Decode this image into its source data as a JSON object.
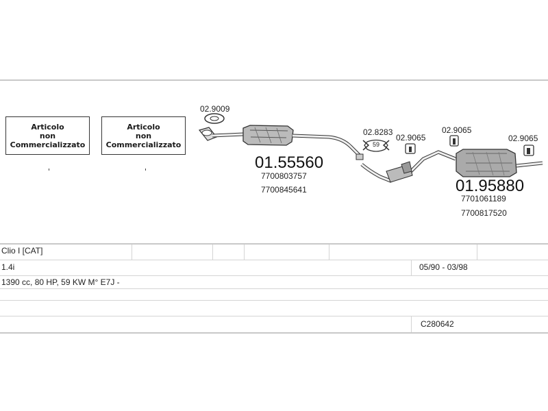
{
  "diagram": {
    "left_box_1": {
      "line1": "Articolo",
      "line2": "non",
      "line3": "Commercializzato"
    },
    "left_box_2": {
      "line1": "Articolo",
      "line2": "non",
      "line3": "Commercializzato"
    },
    "part_codes": {
      "gasket_a": "02.9009",
      "clamp_a": "02.8283",
      "clamp_a_badge": "59",
      "hanger_1": "02.9065",
      "hanger_2": "02.9065",
      "hanger_3": "02.9065"
    },
    "front_part": {
      "number": "01.55560",
      "refs": [
        "7700803757",
        "7700845641"
      ]
    },
    "rear_part": {
      "number": "01.95880",
      "refs": [
        "7701061189",
        "7700817520"
      ]
    }
  },
  "table": {
    "row1": {
      "model": "Clio I [CAT]"
    },
    "row2": {
      "engine": "1.4i",
      "dates": "05/90 - 03/98"
    },
    "row3": {
      "spec": "1390 cc, 80 HP, 59 KW M° E7J -"
    },
    "row5": {
      "catalog_code": "C280642"
    }
  }
}
